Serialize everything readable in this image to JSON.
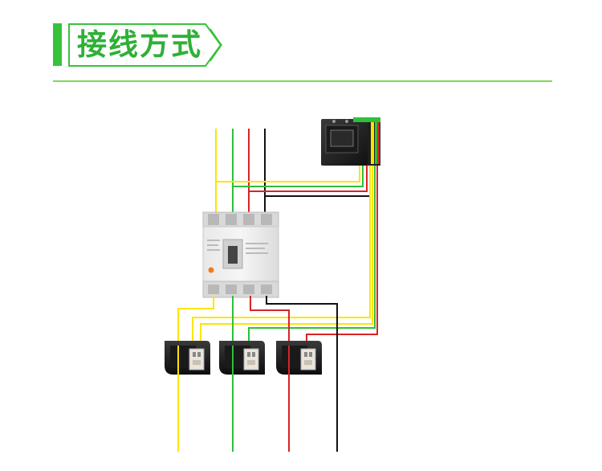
{
  "header": {
    "title": "接线方式"
  },
  "colors": {
    "accent": "#37c23c",
    "rule": "#7ed957",
    "phase_a": "#ffe400",
    "phase_b": "#2fbf3a",
    "phase_c": "#d82424",
    "neutral": "#111111"
  },
  "diagram": {
    "components": {
      "meter": "power-meter",
      "breaker": "circuit-breaker",
      "cts": [
        "current-transformer-a",
        "current-transformer-b",
        "current-transformer-c"
      ]
    },
    "wires": [
      "yellow",
      "green",
      "red",
      "black"
    ]
  }
}
